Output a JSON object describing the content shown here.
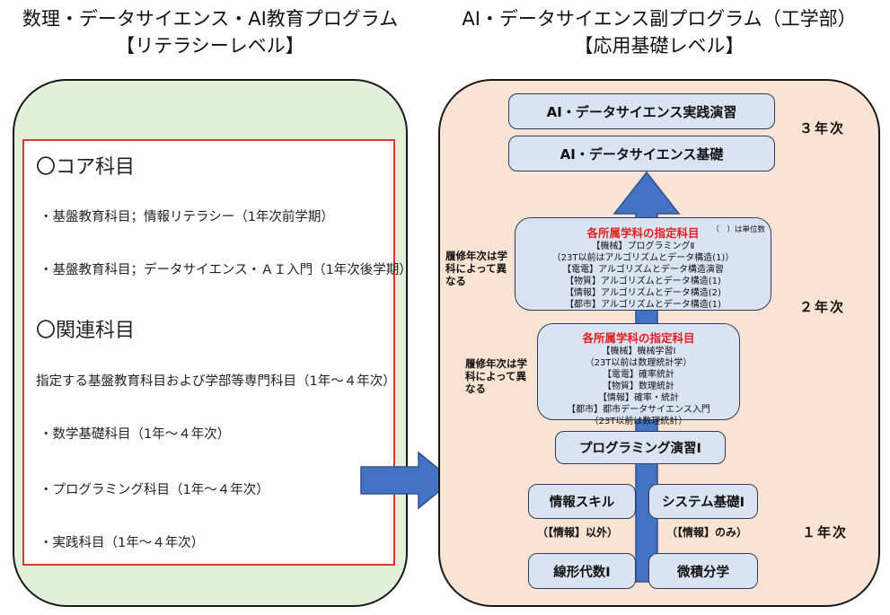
{
  "left": {
    "heading_line1": "数理・データサイエンス・AI教育プログラム",
    "heading_line2": "【リテラシーレベル】",
    "core_title": "〇コア科目",
    "core_items": [
      "・基盤教育科目；情報リテラシー（1年次前学期）",
      "・基盤教育科目；データサイエンス・ＡＩ入門（1年次後学期）"
    ],
    "related_title": "〇関連科目",
    "related_desc": "指定する基盤教育科目および学部等専門科目（1年～４年次）",
    "related_items": [
      "・数学基礎科目（1年～４年次）",
      "・プログラミング科目（1年～４年次）",
      "・実践科目（1年～４年次）"
    ]
  },
  "right": {
    "heading_line1": "AI・データサイエンス副プログラム（工学部）",
    "heading_line2": "【応用基礎レベル】",
    "box_practice": "AI・データサイエンス実践演習",
    "box_basics": "AI・データサイエンス基礎",
    "year3": "３年次",
    "year2": "２年次",
    "year1": "１年次",
    "upper_group": {
      "title": "各所属学科の指定科目",
      "unit_note": "（　）は単位数",
      "lines": [
        "【機械】プログラミングⅡ",
        "（23T以前はアルゴリズムとデータ構造(1)）",
        "【電電】アルゴリズムとデータ構造演習",
        "【物質】アルゴリズムとデータ構造(1)",
        "【情報】アルゴリズムとデータ構造(2)",
        "【都市】アルゴリズムとデータ構造(1)"
      ]
    },
    "lower_group": {
      "title": "各所属学科の指定科目",
      "lines": [
        "【機械】機械学習Ⅰ",
        "（23T以前は数理統計学）",
        "【電電】確率統計",
        "【物質】数理統計",
        "【情報】確率・統計",
        "【都市】都市データサイエンス入門",
        "（23T以前は数理統計）"
      ]
    },
    "side_note_upper": [
      "履修年次は学",
      "科によって異",
      "なる"
    ],
    "side_note_lower": [
      "履修年次は学",
      "科によって異",
      "なる"
    ],
    "box_programming": "プログラミング演習Ⅰ",
    "box_info_skill": "情報スキル",
    "box_system": "システム基礎Ⅰ",
    "note_except_info": "（【情報】以外）",
    "note_only_info": "（【情報】のみ）",
    "box_linear": "線形代数Ⅰ",
    "box_calculus": "微積分学"
  },
  "colors": {
    "left_panel_bg": "#e2efd9",
    "right_panel_bg": "#fbe3d4",
    "box_fill": "#dae3f2",
    "arrow_blue": "#4472c4",
    "red_accent": "#e02020"
  }
}
